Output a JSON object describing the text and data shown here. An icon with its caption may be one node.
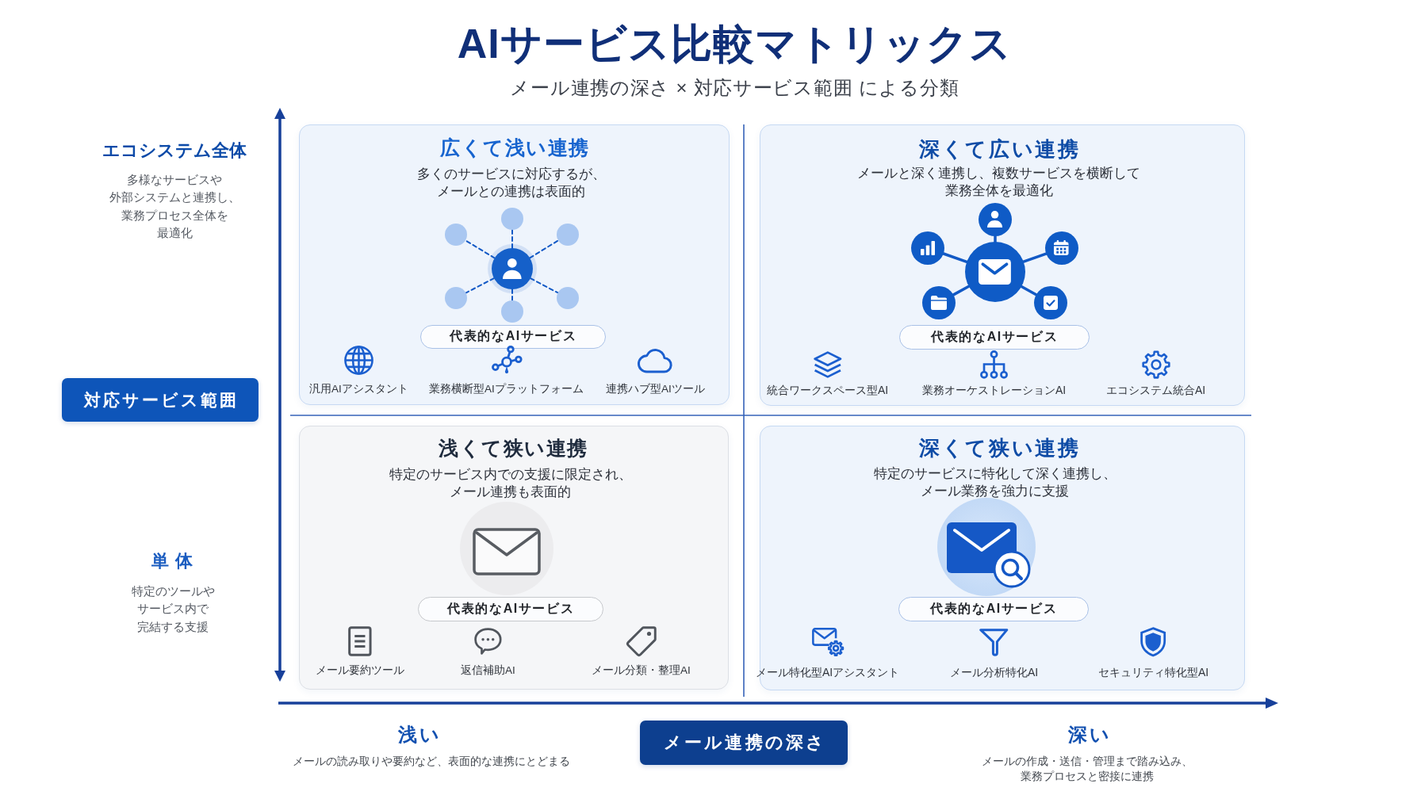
{
  "diagram": {
    "title": "AIサービス比較マトリックス",
    "nodes": [
      {
        "text": [
          "広くて浅い連携",
          "多くのサービスに対応するが、メールとの連携は表面的",
          "汎用AIアシスタント",
          "業務横断型AIプラットフォーム",
          "連携ハブ型AIツール"
        ]
      },
      {
        "text": [],
        "shape": "circle",
        "in": 0
      },
      {
        "text": [],
        "shape": "circle",
        "in": 0
      },
      {
        "text": [],
        "shape": "circle",
        "in": 0
      },
      {
        "text": [],
        "shape": "circle",
        "in": 0
      },
      {
        "text": [],
        "shape": "circle",
        "in": 0
      },
      {
        "text": [],
        "shape": "circle",
        "in": 0
      },
      {
        "text": [],
        "shape": "circle",
        "in": 0
      },
      {
        "text": [
          "代表的なAIサービス"
        ],
        "in": 0
      },
      {
        "text": [
          "深くて広い連携",
          "メールと深く連携し、複数サービスを横断して業務全体を最適化",
          "統合ワークスペース型AI",
          "業務オーケストレーションAI",
          "エコシステム統合AI"
        ]
      },
      {
        "text": [],
        "shape": "circle",
        "in": 9
      },
      {
        "text": [],
        "shape": "circle",
        "in": 9
      },
      {
        "text": [],
        "shape": "circle",
        "in": 9
      },
      {
        "text": [],
        "shape": "circle",
        "in": 9
      },
      {
        "text": [],
        "shape": "circle",
        "in": 9
      },
      {
        "text": [],
        "shape": "circle",
        "in": 9
      },
      {
        "text": [
          "代表的なAIサービス"
        ],
        "in": 9
      },
      {
        "text": [
          "対応サービス範囲"
        ]
      },
      {
        "text": [
          "浅くて狭い連携",
          "特定のサービス内での支援に限定され、メール連携も表面的",
          "メール要約ツール",
          "返信補助AI",
          "メール分類・整理AI"
        ]
      },
      {
        "text": [
          "代表的なAIサービス"
        ],
        "in": 18
      },
      {
        "text": [
          "深くて狭い連携",
          "特定のサービスに特化して深く連携し、メール業務を強力に支援",
          "メール特化型AIアシスタント",
          "メール分析特化AI",
          "セキュリティ特化型AI"
        ]
      },
      {
        "text": [
          "代表的なAIサービス"
        ],
        "in": 20
      },
      {
        "text": [
          "メール連携の深さ"
        ]
      }
    ],
    "edges": [
      {
        "from": 1,
        "to": 2,
        "arrow": "none",
        "style": "dashed"
      },
      {
        "from": 1,
        "to": 3,
        "arrow": "none",
        "style": "dashed"
      },
      {
        "from": 1,
        "to": 4,
        "arrow": "none",
        "style": "dashed"
      },
      {
        "from": 1,
        "to": 5,
        "arrow": "none",
        "style": "dashed"
      },
      {
        "from": 1,
        "to": 6,
        "arrow": "none",
        "style": "dashed"
      },
      {
        "from": 1,
        "to": 7,
        "arrow": "none",
        "style": "dashed"
      },
      {
        "from": 10,
        "to": 11,
        "arrow": "none"
      },
      {
        "from": 10,
        "to": 12,
        "arrow": "none"
      },
      {
        "from": 10,
        "to": 13,
        "arrow": "none"
      },
      {
        "from": 10,
        "to": 14,
        "arrow": "none"
      },
      {
        "from": 10,
        "to": 15,
        "arrow": "none"
      }
    ],
    "labels": [
      "メール連携の深さ × 対応サービス範囲 による分類",
      "エコシステム全体",
      "多様なサービスや外部システムと連携し、業務プロセス全体を最適化",
      "単体",
      "特定のツールやサービス内で完結する支援",
      "浅い",
      "メールの読み取りや要約など、表面的な連携にとどまる",
      "深い",
      "メールの作成・送信・管理まで踏み込み、業務プロセスと密接に連携"
    ]
  }
}
